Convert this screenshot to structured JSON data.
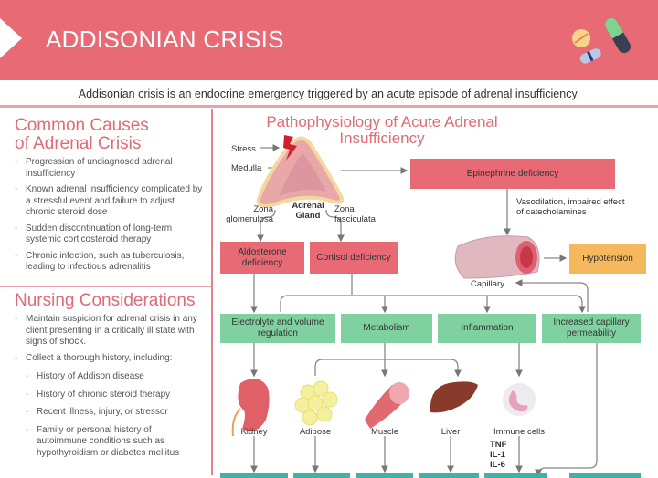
{
  "header": {
    "title": "ADDISONIAN CRISIS",
    "icon": "pills-icon",
    "subtitle": "Addisonian crisis is an endocrine emergency triggered by an acute episode of adrenal insufficiency."
  },
  "causes": {
    "title_line1": "Common Causes",
    "title_line2": "of Adrenal Crisis",
    "items": [
      "Progression of undiagnosed adrenal insufficiency",
      "Known adrenal insufficiency complicated by a stressful event and failure to adjust chronic steroid dose",
      "Sudden discontinuation of long-term systemic corticosteroid therapy",
      "Chronic infection, such as tuberculosis, leading to infectious adrenalitis"
    ]
  },
  "nursing": {
    "title": "Nursing Considerations",
    "items": [
      "Maintain suspicion for adrenal crisis in any client presenting in a critically ill state with signs of shock.",
      "Collect a thorough history, including:"
    ],
    "history_items": [
      "History of Addison disease",
      "History of chronic steroid therapy",
      "Recent illness, injury, or stressor",
      "Family or personal history of autoimmune conditions such as hypothyroidism or diabetes mellitus"
    ]
  },
  "diagram": {
    "title_line1": "Pathophysiology of Acute Adrenal",
    "title_line2": "Insufficiency",
    "labels": {
      "stress": "Stress",
      "medulla": "Medulla",
      "adrenal_gland": "Adrenal Gland",
      "zona_glomerulosa": "Zona glomerulosa",
      "zona_fasciculata": "Zona fasciculata",
      "vasodilation": "Vasodilation, impaired effect of catecholamines",
      "capillary": "Capillary",
      "kidney": "Kidney",
      "adipose": "Adipose",
      "muscle": "Muscle",
      "liver": "Liver",
      "immune_cells": "Immune cells",
      "cytokines": [
        "TNF",
        "IL-1",
        "IL-6"
      ]
    },
    "boxes": {
      "epinephrine": "Epinephrine deficiency",
      "aldosterone": "Aldosterone deficiency",
      "cortisol": "Cortisol deficiency",
      "hypotension": "Hypotension",
      "electrolyte": "Electrolyte and volume regulation",
      "metabolism": "Metabolism",
      "inflammation": "Inflammation",
      "capillary_perm": "Increased capillary permeability"
    },
    "colors": {
      "deficiency": "#e86a75",
      "effect": "#7fd1a0",
      "outcome": "#f5b85c",
      "result": "#3fb3a6"
    }
  }
}
